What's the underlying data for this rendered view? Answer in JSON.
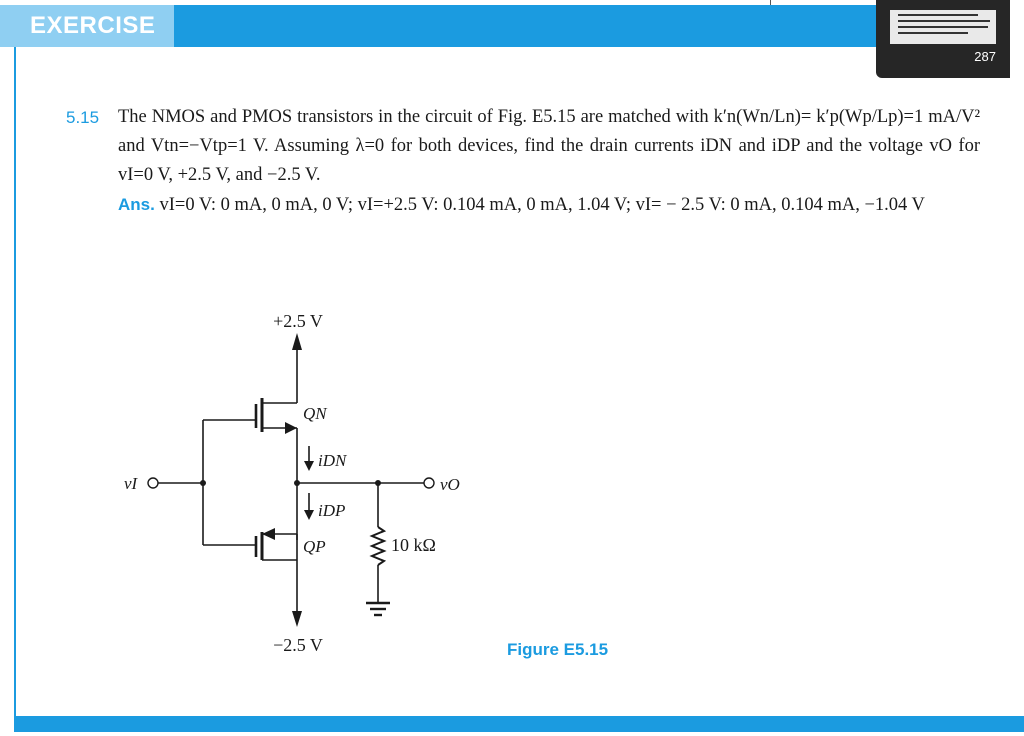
{
  "header": {
    "tag": "EXERCISE",
    "page_number": "287"
  },
  "problem": {
    "number": "5.15",
    "line1": "The NMOS and PMOS transistors in the circuit of Fig. E5.15 are matched with k′n(Wn/Ln)= k′p(Wp/Lp)=1 mA/V² and Vtn=−Vtp=1 V. Assuming λ=0 for both devices, find the drain currents iDN and iDP and the voltage vO for vI=0 V, +2.5 V, and −2.5 V.",
    "answer_label": "Ans.",
    "answer": "vI=0 V: 0 mA, 0 mA, 0 V; vI=+2.5 V: 0.104 mA, 0 mA, 1.04 V; vI= − 2.5 V: 0 mA, 0.104 mA, −1.04 V"
  },
  "figure": {
    "vdd_label": "+2.5 V",
    "vss_label": "−2.5 V",
    "qn_label": "QN",
    "qp_label": "QP",
    "idn_label": "iDN",
    "idp_label": "iDP",
    "vi_label": "vI",
    "vo_label": "vO",
    "resistor_label": "10 kΩ",
    "caption": "Figure E5.15"
  },
  "colors": {
    "accent": "#1b9be0",
    "accent_light": "#8fcff2",
    "text": "#1a1a1a"
  }
}
